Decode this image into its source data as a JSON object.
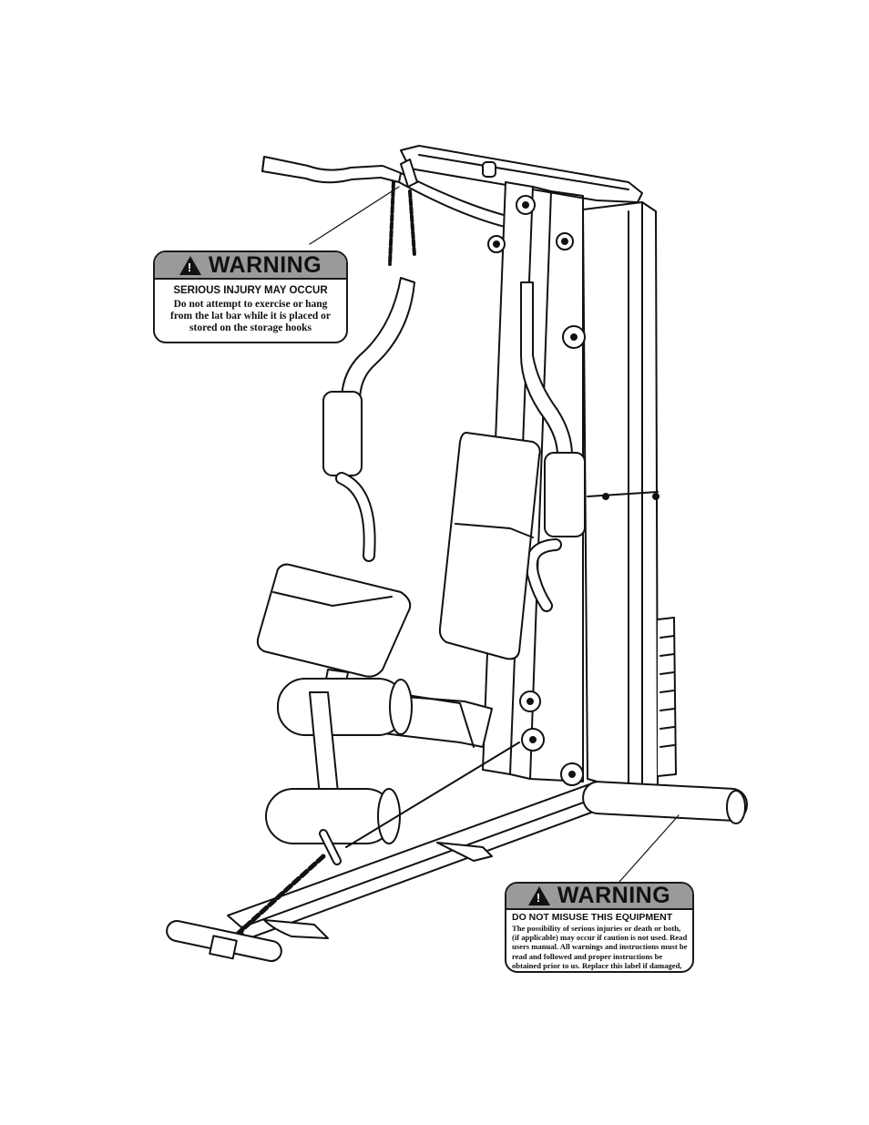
{
  "warning_labels": [
    {
      "header": "WARNING",
      "subheader": "SERIOUS INJURY MAY OCCUR",
      "body": "Do not attempt to exercise or hang from the lat bar while it is placed or stored on the storage hooks"
    },
    {
      "header": "WARNING",
      "subheader": "DO NOT MISUSE THIS EQUIPMENT",
      "body": "The possibility of serious injuries or death or both, (if applicable) may occur if caution is not used. Read users manual. All warnings and instructions must be read and followed and proper instructions be obtained prior to us. Replace this label if damaged, illegible or removed. Keep children and pets away from this equipment."
    }
  ]
}
